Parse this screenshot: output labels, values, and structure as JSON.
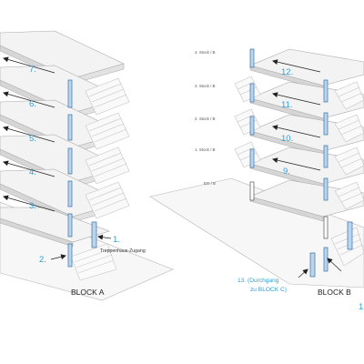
{
  "colors": {
    "accent": "#2e9fd6",
    "door_fill": "#b9d6ee",
    "door_stroke": "#3d6ea6",
    "slab_top": "#f3f3f3",
    "slab_side": "#d6d6d6",
    "slab_edge": "#a8a8a8"
  },
  "block_a": {
    "label": "BLOCK A",
    "entrance_label": "Treppenhaus-Zugang",
    "markers": [
      "7.",
      "6.",
      "5.",
      "4.",
      "3.",
      "2.",
      "1."
    ]
  },
  "block_b": {
    "label": "BLOCK B",
    "levels": [
      "4. Stock / B",
      "3. Stock / B",
      "2. Stock / B",
      "1. Stock / B",
      "EG / B"
    ],
    "markers": [
      "12.",
      "11.",
      "10.",
      "9."
    ],
    "passage_number": "13. (Durchgang",
    "passage_text": "zu BLOCK C)",
    "cut_marker": "1"
  }
}
